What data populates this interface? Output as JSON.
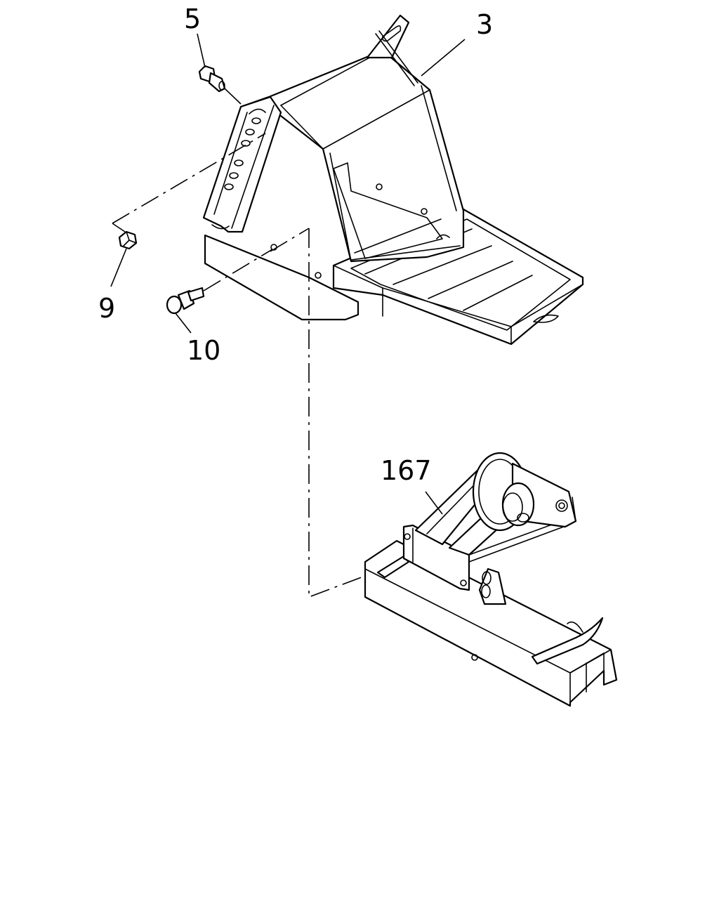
{
  "diagram": {
    "callouts": [
      {
        "id": "part-5",
        "label": "5"
      },
      {
        "id": "part-3",
        "label": "3"
      },
      {
        "id": "part-9",
        "label": "9"
      },
      {
        "id": "part-10",
        "label": "10"
      },
      {
        "id": "part-167",
        "label": "167"
      }
    ]
  }
}
